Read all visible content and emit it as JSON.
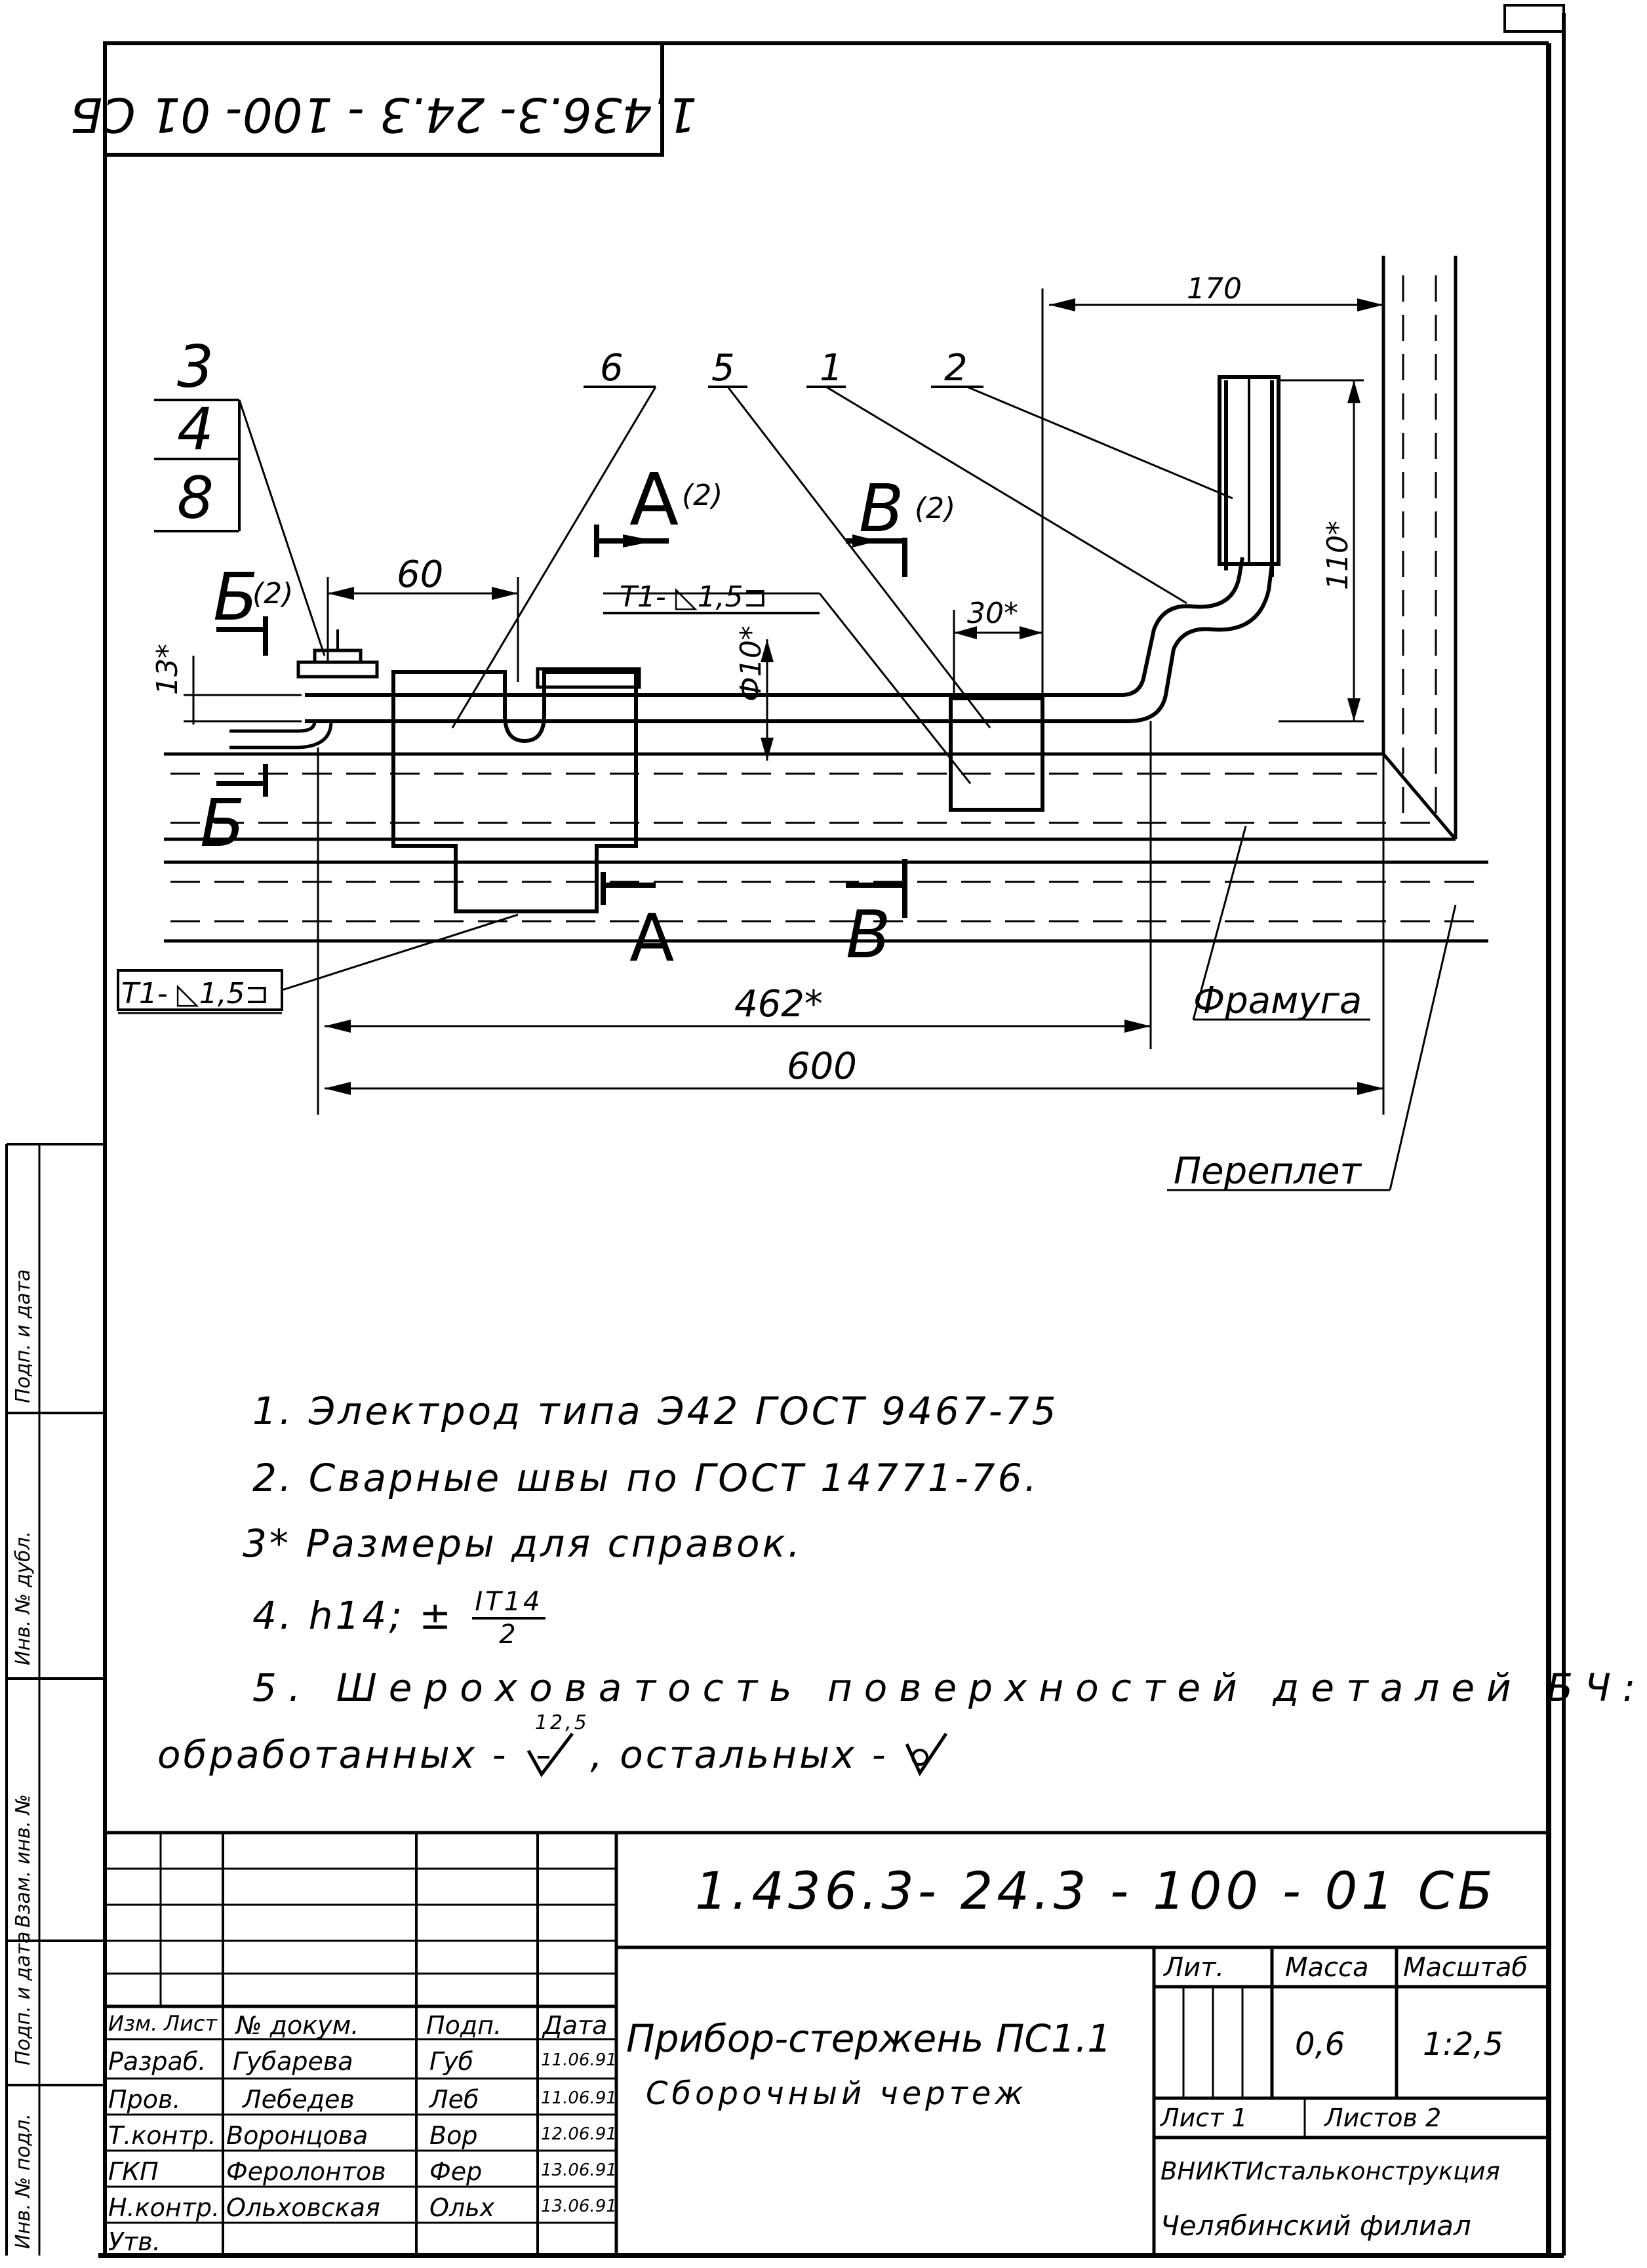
{
  "sheet": {
    "code_rotated": "1.436.3- 24.3 - 100- 01 СБ",
    "code_main": "1.436.3- 24.3 - 100 - 01 СБ"
  },
  "drawing": {
    "callouts": [
      "3",
      "4",
      "8",
      "6",
      "5",
      "1",
      "2"
    ],
    "section_labels": {
      "a_top": "А",
      "a_top_ref": "(2)",
      "v_top": "В",
      "v_top_ref": "(2)",
      "b_top": "Б",
      "b_top_ref": "(2)",
      "b_bottom": "Б",
      "a_bottom": "А",
      "v_bottom": "В"
    },
    "weld_note": "Т1- ◺1,5⊐",
    "dimensions": {
      "d170": "170",
      "d60": "60",
      "d30": "30*",
      "d13": "13*",
      "d110": "110*",
      "phi10": "Ф10*",
      "d462": "462*",
      "d600": "600"
    },
    "frame_labels": {
      "framuga": "Фрамуга",
      "pereplet": "Переплет"
    }
  },
  "notes": {
    "n1": "1. Электрод типа Э42 ГОСТ 9467-75",
    "n2": "2. Сварные швы по ГОСТ 14771-76.",
    "n3": "3* Размеры для справок.",
    "n4_prefix": "4. h14; ±",
    "n4_num": "IT14",
    "n4_den": "2",
    "n5": "5. Шероховатость поверхностей деталей БЧ:",
    "n5b_a": "обработанных -",
    "n5b_rough": "12,5",
    "n5b_b": ", остальных -"
  },
  "side_stamp": [
    "Инв. № подл.",
    "Подп. и дата",
    "Взам. инв. №",
    "Инв. № дубл.",
    "Подп. и дата"
  ],
  "title_block": {
    "headers": [
      "Изм.",
      "Лист",
      "№ докум.",
      "Подп.",
      "Дата"
    ],
    "rows": [
      {
        "role": "Разраб.",
        "name": "Губарева",
        "sign": "Губ",
        "date": "11.06.91"
      },
      {
        "role": "Пров.",
        "name": "Лебедев",
        "sign": "Леб",
        "date": "11.06.91"
      },
      {
        "role": "Т.контр.",
        "name": "Воронцова",
        "sign": "Вор",
        "date": "12.06.91"
      },
      {
        "role": "ГКП",
        "name": "Феролонтов",
        "sign": "Фер",
        "date": "13.06.91"
      },
      {
        "role": "Н.контр.",
        "name": "Ольховская",
        "sign": "Ольх",
        "date": "13.06.91"
      },
      {
        "role": "Утв.",
        "name": "",
        "sign": "",
        "date": ""
      }
    ],
    "product_name": "Прибор-стержень ПС1.1",
    "doc_type": "Сборочный чертеж",
    "lit_label": "Лит.",
    "mass_label": "Масса",
    "scale_label": "Масштаб",
    "mass_value": "0,6",
    "scale_value": "1:2,5",
    "sheet_label": "Лист 1",
    "sheets_label": "Листов 2",
    "org_line1": "ВНИКТИстальконструкция",
    "org_line2": "Челябинский филиал"
  }
}
